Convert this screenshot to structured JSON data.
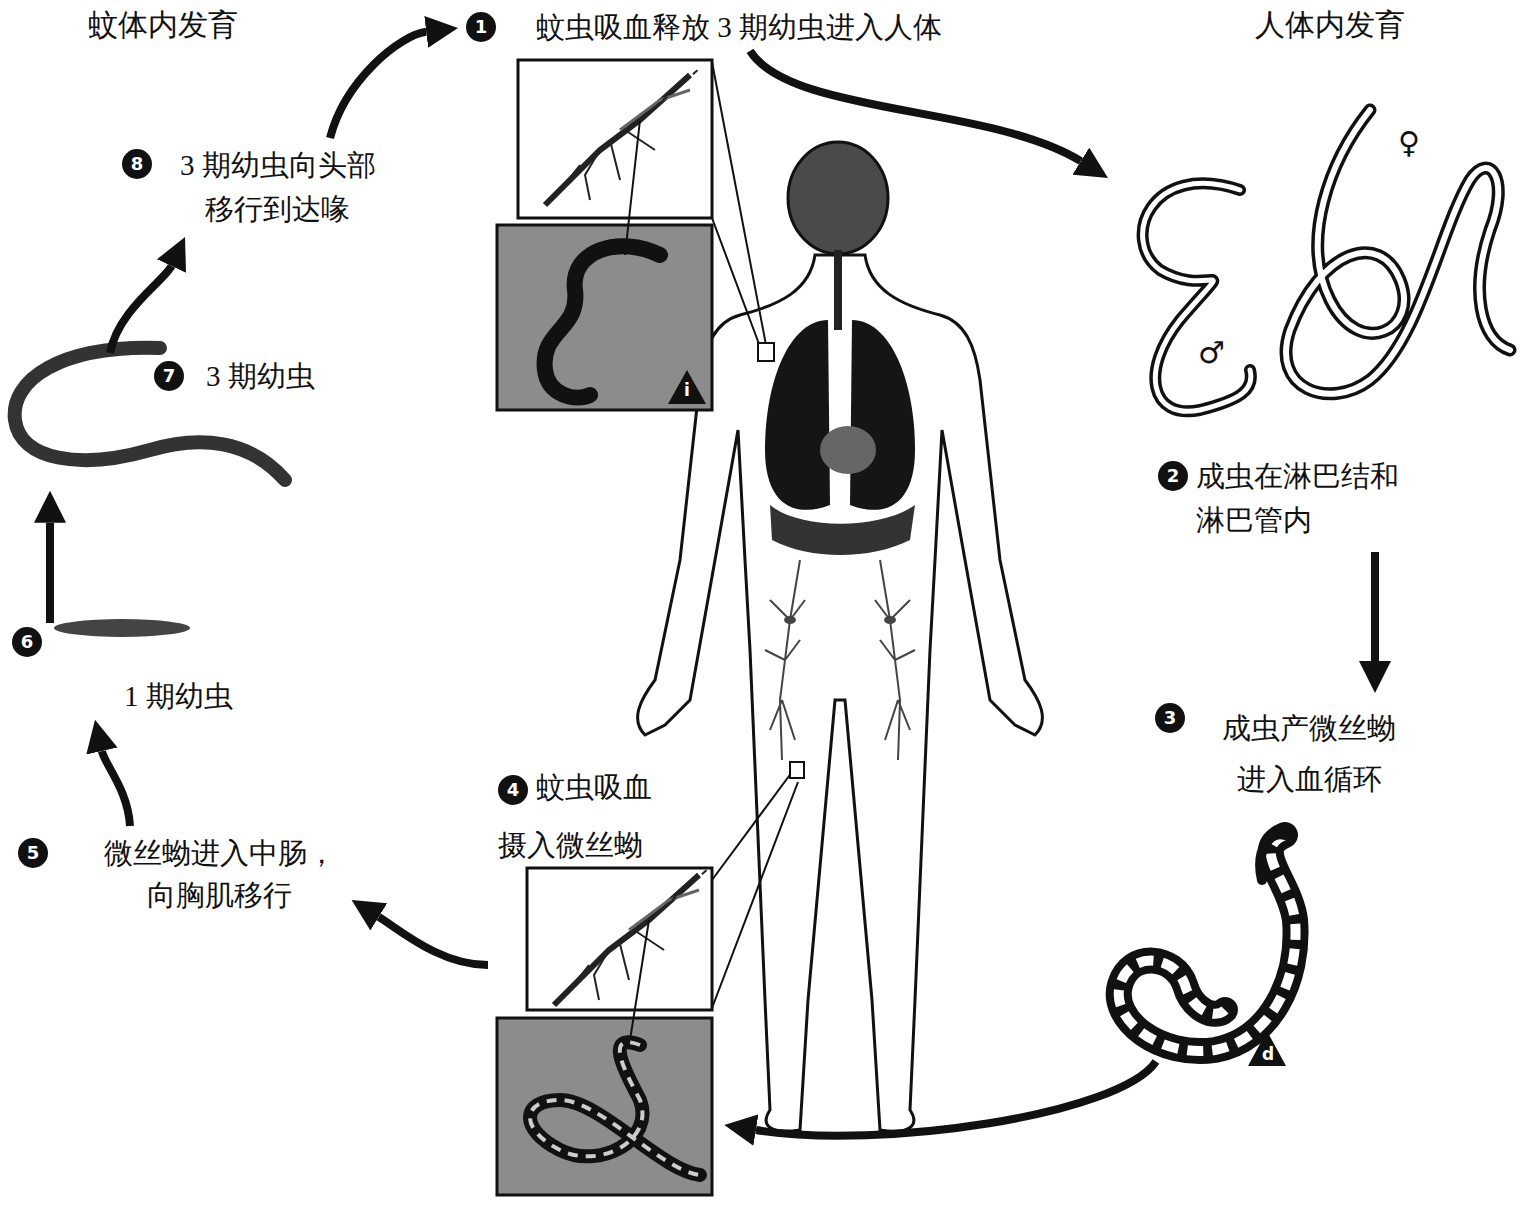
{
  "diagram": {
    "nodes": [
      {
        "text": [
          "1",
          "蚊虫吸血释放 3 期幼虫进入人体"
        ]
      },
      {
        "text": [
          "2",
          "成虫在淋巴结和 淋巴管内"
        ]
      },
      {
        "text": [
          "3",
          "成虫产微丝蚴 进入血循环"
        ]
      },
      {
        "text": [
          "4",
          "蚊虫吸血 摄入微丝蚴"
        ]
      },
      {
        "text": [
          "5",
          "微丝蚴进入中肠， 向胸肌移行"
        ]
      },
      {
        "text": [
          "6",
          "1 期幼虫"
        ]
      },
      {
        "text": [
          "7",
          "3 期幼虫"
        ]
      },
      {
        "text": [
          "8",
          "3 期幼虫向头部 移行到达喙"
        ]
      }
    ],
    "edges": [
      {
        "from": 0,
        "to": 1,
        "arrow": "to"
      },
      {
        "from": 1,
        "to": 2,
        "arrow": "to"
      },
      {
        "from": 2,
        "to": 3,
        "arrow": "to"
      },
      {
        "from": 3,
        "to": 4,
        "arrow": "to"
      },
      {
        "from": 4,
        "to": 5,
        "arrow": "to"
      },
      {
        "from": 5,
        "to": 6,
        "arrow": "to"
      },
      {
        "from": 6,
        "to": 7,
        "arrow": "to"
      },
      {
        "from": 7,
        "to": 0,
        "arrow": "to"
      }
    ],
    "labels": [
      "蚊体内发育",
      "人体内发育",
      "♂",
      "♀",
      "i",
      "d"
    ]
  }
}
